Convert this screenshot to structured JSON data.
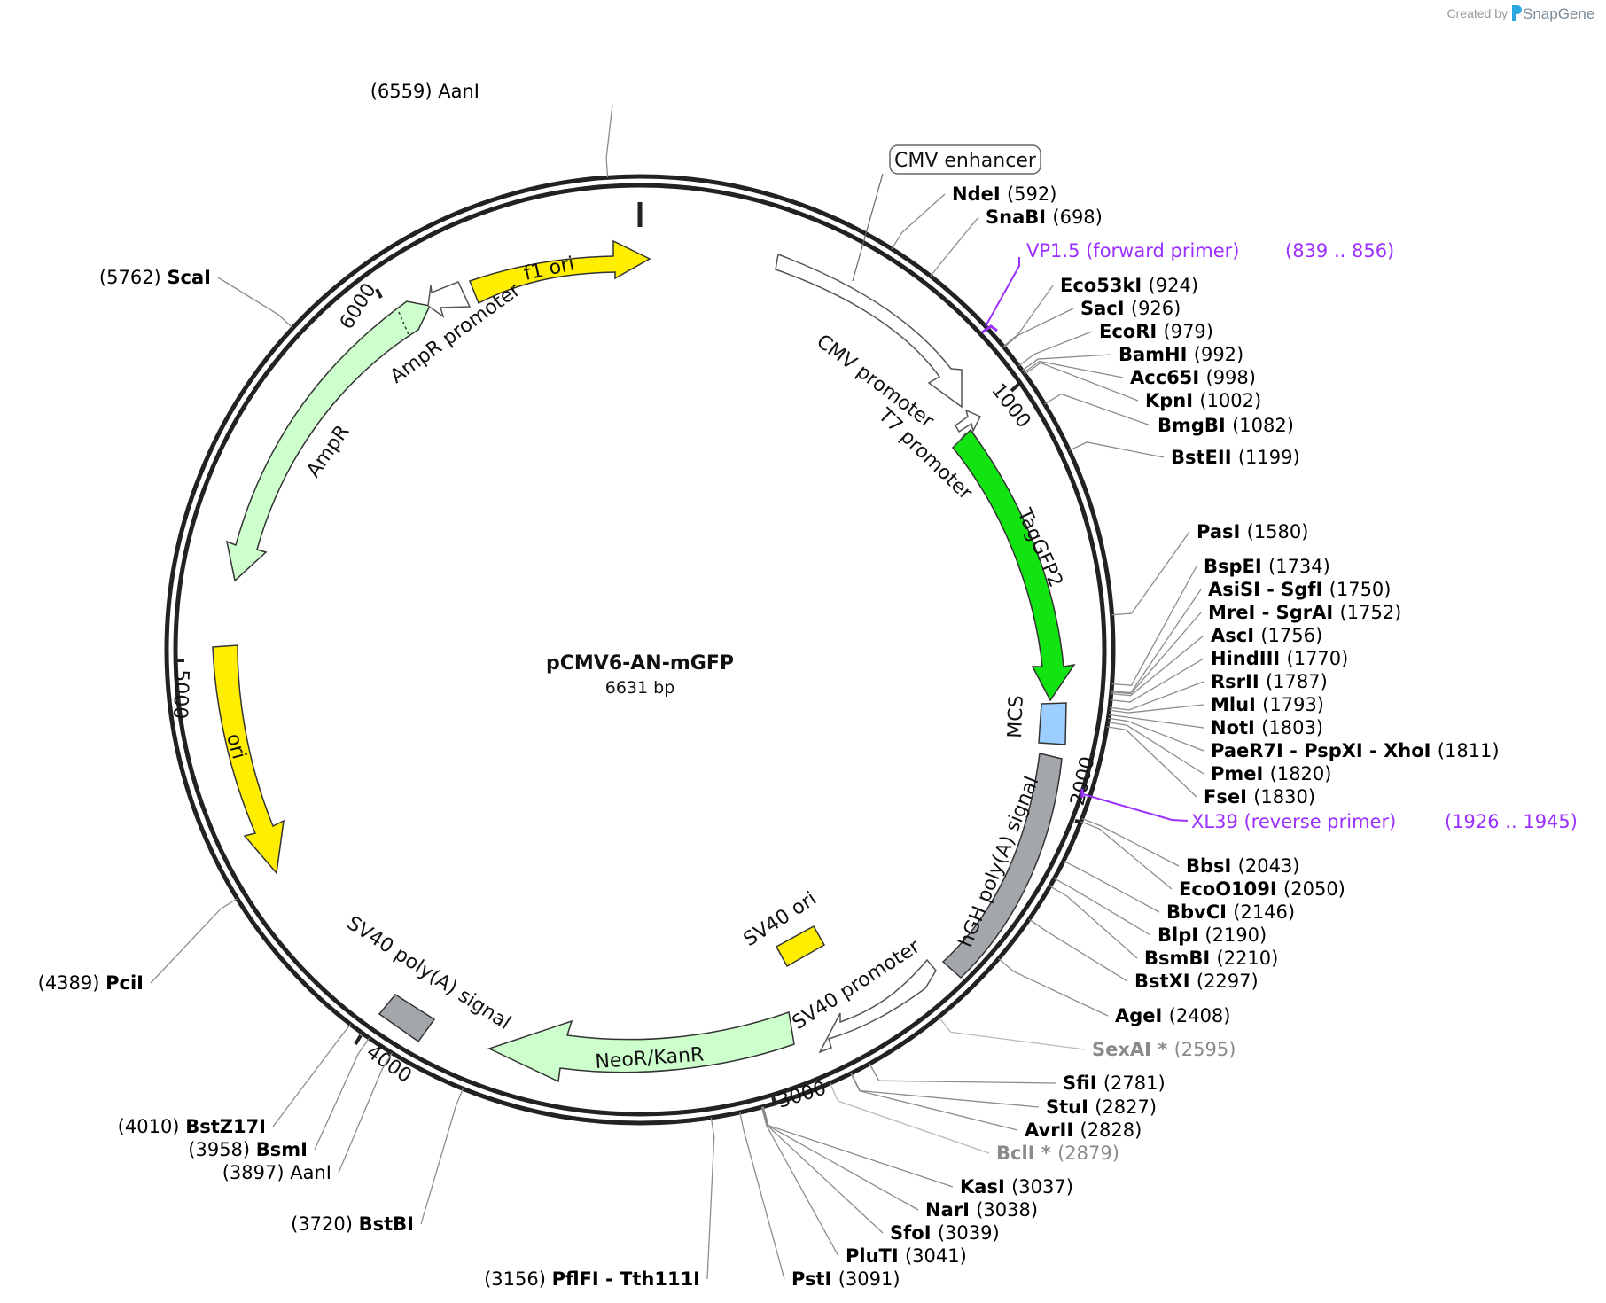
{
  "credit": {
    "prefix": "Created by",
    "brand": "SnapGene"
  },
  "plasmid": {
    "name": "pCMV6-AN-mGFP",
    "length": "6631 bp",
    "total_bp": 6631
  },
  "ticks": [
    {
      "label": "1000",
      "pos": 1000
    },
    {
      "label": "2000",
      "pos": 2000
    },
    {
      "label": "3000",
      "pos": 3000
    },
    {
      "label": "4000",
      "pos": 4000
    },
    {
      "label": "5000",
      "pos": 5000
    },
    {
      "label": "6000",
      "pos": 6000
    }
  ],
  "features": [
    {
      "name": "CMV enhancer",
      "color": "#ffffff"
    },
    {
      "name": "CMV promoter",
      "color": "#ffffff"
    },
    {
      "name": "T7 promoter",
      "color": "#ffffff"
    },
    {
      "name": "TagGFP2",
      "color": "#11e411"
    },
    {
      "name": "MCS",
      "color": "#9ccfff"
    },
    {
      "name": "hGH poly(A) signal",
      "color": "#a3a6ab"
    },
    {
      "name": "SV40 promoter",
      "color": "#ffffff"
    },
    {
      "name": "SV40 ori",
      "color": "#ffee00"
    },
    {
      "name": "NeoR/KanR",
      "color": "#ccffcc"
    },
    {
      "name": "SV40 poly(A) signal",
      "color": "#a3a6ab"
    },
    {
      "name": "ori",
      "color": "#ffee00"
    },
    {
      "name": "AmpR",
      "color": "#ccffcc"
    },
    {
      "name": "AmpR promoter",
      "color": "#ffffff"
    },
    {
      "name": "f1 ori",
      "color": "#ffee00"
    }
  ],
  "primers": [
    {
      "name": "VP1.5 (forward primer)",
      "range": "(839 .. 856)"
    },
    {
      "name": "XL39 (reverse primer)",
      "range": "(1926 .. 1945)"
    }
  ],
  "sites": [
    {
      "pos": "(6559)",
      "names": [
        "AanI"
      ],
      "bold": false,
      "site": 6559
    },
    {
      "pos": "(592)",
      "names": [
        "NdeI"
      ],
      "bold": true,
      "site": 592
    },
    {
      "pos": "(698)",
      "names": [
        "SnaBI"
      ],
      "bold": true,
      "site": 698
    },
    {
      "pos": "(924)",
      "names": [
        "Eco53kI"
      ],
      "bold": true,
      "site": 924
    },
    {
      "pos": "(926)",
      "names": [
        "SacI"
      ],
      "bold": true,
      "site": 926
    },
    {
      "pos": "(979)",
      "names": [
        "EcoRI"
      ],
      "bold": true,
      "site": 979
    },
    {
      "pos": "(992)",
      "names": [
        "BamHI"
      ],
      "bold": true,
      "site": 992
    },
    {
      "pos": "(998)",
      "names": [
        "Acc65I"
      ],
      "bold": true,
      "site": 998
    },
    {
      "pos": "(1002)",
      "names": [
        "KpnI"
      ],
      "bold": true,
      "site": 1002
    },
    {
      "pos": "(1082)",
      "names": [
        "BmgBI"
      ],
      "bold": true,
      "site": 1082
    },
    {
      "pos": "(1199)",
      "names": [
        "BstEII"
      ],
      "bold": true,
      "site": 1199
    },
    {
      "pos": "(1580)",
      "names": [
        "PasI"
      ],
      "bold": true,
      "site": 1580
    },
    {
      "pos": "(1734)",
      "names": [
        "BspEI"
      ],
      "bold": true,
      "site": 1734
    },
    {
      "pos": "(1750)",
      "names": [
        "AsiSI",
        "SgfI"
      ],
      "bold": true,
      "site": 1750
    },
    {
      "pos": "(1752)",
      "names": [
        "MreI",
        "SgrAI"
      ],
      "bold": true,
      "site": 1752
    },
    {
      "pos": "(1756)",
      "names": [
        "AscI"
      ],
      "bold": true,
      "site": 1756
    },
    {
      "pos": "(1770)",
      "names": [
        "HindIII"
      ],
      "bold": true,
      "site": 1770
    },
    {
      "pos": "(1787)",
      "names": [
        "RsrII"
      ],
      "bold": true,
      "site": 1787
    },
    {
      "pos": "(1793)",
      "names": [
        "MluI"
      ],
      "bold": true,
      "site": 1793
    },
    {
      "pos": "(1803)",
      "names": [
        "NotI"
      ],
      "bold": true,
      "site": 1803
    },
    {
      "pos": "(1811)",
      "names": [
        "PaeR7I",
        "PspXI",
        "XhoI"
      ],
      "bold": true,
      "site": 1811
    },
    {
      "pos": "(1820)",
      "names": [
        "PmeI"
      ],
      "bold": true,
      "site": 1820
    },
    {
      "pos": "(1830)",
      "names": [
        "FseI"
      ],
      "bold": true,
      "site": 1830
    },
    {
      "pos": "(2043)",
      "names": [
        "BbsI"
      ],
      "bold": true,
      "site": 2043
    },
    {
      "pos": "(2050)",
      "names": [
        "EcoO109I"
      ],
      "bold": true,
      "site": 2050
    },
    {
      "pos": "(2146)",
      "names": [
        "BbvCI"
      ],
      "bold": true,
      "site": 2146
    },
    {
      "pos": "(2190)",
      "names": [
        "BlpI"
      ],
      "bold": true,
      "site": 2190
    },
    {
      "pos": "(2210)",
      "names": [
        "BsmBI"
      ],
      "bold": true,
      "site": 2210
    },
    {
      "pos": "(2297)",
      "names": [
        "BstXI"
      ],
      "bold": true,
      "site": 2297
    },
    {
      "pos": "(2408)",
      "names": [
        "AgeI"
      ],
      "bold": true,
      "site": 2408
    },
    {
      "pos": "(2595)",
      "names": [
        "SexAI *"
      ],
      "bold": true,
      "dim": true,
      "site": 2595
    },
    {
      "pos": "(2781)",
      "names": [
        "SfiI"
      ],
      "bold": true,
      "site": 2781
    },
    {
      "pos": "(2827)",
      "names": [
        "StuI"
      ],
      "bold": true,
      "site": 2827
    },
    {
      "pos": "(2828)",
      "names": [
        "AvrII"
      ],
      "bold": true,
      "site": 2828
    },
    {
      "pos": "(2879)",
      "names": [
        "BclI *"
      ],
      "bold": true,
      "dim": true,
      "site": 2879
    },
    {
      "pos": "(3037)",
      "names": [
        "KasI"
      ],
      "bold": true,
      "site": 3037
    },
    {
      "pos": "(3038)",
      "names": [
        "NarI"
      ],
      "bold": true,
      "site": 3038
    },
    {
      "pos": "(3039)",
      "names": [
        "SfoI"
      ],
      "bold": true,
      "site": 3039
    },
    {
      "pos": "(3041)",
      "names": [
        "PluTI"
      ],
      "bold": true,
      "site": 3041
    },
    {
      "pos": "(3091)",
      "names": [
        "PstI"
      ],
      "bold": true,
      "site": 3091
    },
    {
      "pos": "(3156)",
      "names": [
        "PflFI",
        "Tth111I"
      ],
      "bold": true,
      "site": 3156
    },
    {
      "pos": "(3720)",
      "names": [
        "BstBI"
      ],
      "bold": true,
      "site": 3720
    },
    {
      "pos": "(3897)",
      "names": [
        "AanI"
      ],
      "bold": false,
      "site": 3897
    },
    {
      "pos": "(3958)",
      "names": [
        "BsmI"
      ],
      "bold": true,
      "site": 3958
    },
    {
      "pos": "(4010)",
      "names": [
        "BstZ17I"
      ],
      "bold": true,
      "site": 4010
    },
    {
      "pos": "(4389)",
      "names": [
        "PciI"
      ],
      "bold": true,
      "site": 4389
    },
    {
      "pos": "(5762)",
      "names": [
        "ScaI"
      ],
      "bold": true,
      "site": 5762
    }
  ]
}
